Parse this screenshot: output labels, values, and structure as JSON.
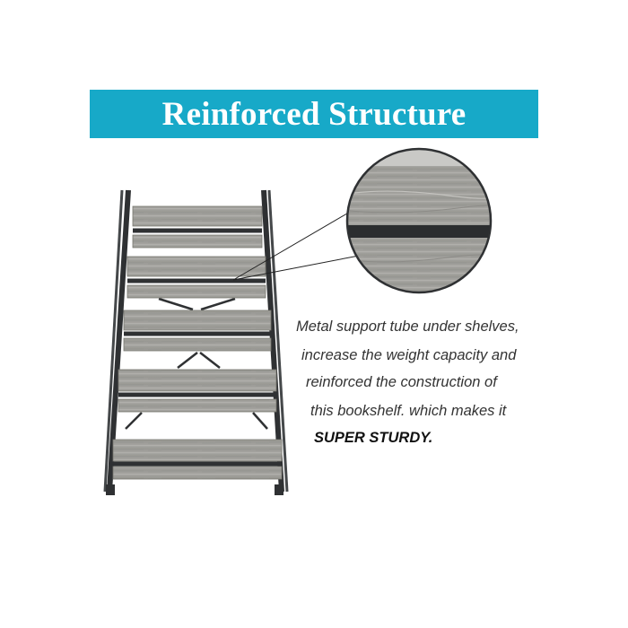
{
  "banner": {
    "title": "Reinforced Structure",
    "color": "#17a9c8"
  },
  "caption": {
    "lines": [
      "Metal support tube under shelves,",
      "increase the weight capacity and",
      "reinforced the construction of",
      "this bookshelf. which makes it"
    ],
    "emphasis": "SUPER STURDY."
  },
  "colors": {
    "frame": "#2f3133",
    "wood_light": "#a9a9a6",
    "wood_dark": "#6f6f6c"
  }
}
